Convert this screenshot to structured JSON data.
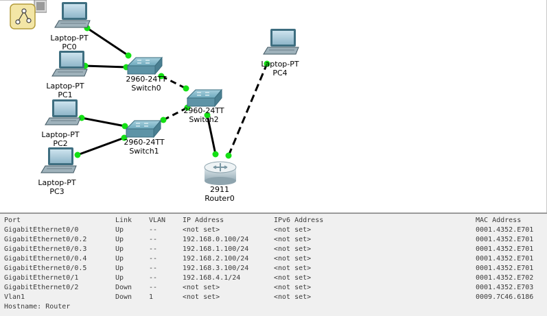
{
  "devices": {
    "pc0": {
      "model": "Laptop-PT",
      "name": "PC0"
    },
    "pc1": {
      "model": "Laptop-PT",
      "name": "PC1"
    },
    "pc2": {
      "model": "Laptop-PT",
      "name": "PC2"
    },
    "pc3": {
      "model": "Laptop-PT",
      "name": "PC3"
    },
    "pc4": {
      "model": "Laptop-PT",
      "name": "PC4"
    },
    "switch0": {
      "model": "2960-24TT",
      "name": "Switch0"
    },
    "switch1": {
      "model": "2960-24TT",
      "name": "Switch1"
    },
    "switch2": {
      "model": "2960-24TT",
      "name": "Switch2"
    },
    "router0": {
      "model": "2911",
      "name": "Router0"
    }
  },
  "colors": {
    "link_up": "#14e014",
    "cable": "#000000",
    "device_fill": "#5f9cb0",
    "panel_bg": "#f0f0f0"
  },
  "icons": {
    "tool_badge": "logical-topology-icon"
  },
  "info_panel": {
    "headers": {
      "port": "Port",
      "link": "Link",
      "vlan": "VLAN",
      "ip": "IP Address",
      "ipv6": "IPv6 Address",
      "mac": "MAC Address"
    },
    "rows": [
      {
        "port": "GigabitEthernet0/0",
        "link": "Up",
        "vlan": "--",
        "ip": "<not set>",
        "ipv6": "<not set>",
        "mac": "0001.4352.E701"
      },
      {
        "port": "GigabitEthernet0/0.2",
        "link": "Up",
        "vlan": "--",
        "ip": "192.168.0.100/24",
        "ipv6": "<not set>",
        "mac": "0001.4352.E701"
      },
      {
        "port": "GigabitEthernet0/0.3",
        "link": "Up",
        "vlan": "--",
        "ip": "192.168.1.100/24",
        "ipv6": "<not set>",
        "mac": "0001.4352.E701"
      },
      {
        "port": "GigabitEthernet0/0.4",
        "link": "Up",
        "vlan": "--",
        "ip": "192.168.2.100/24",
        "ipv6": "<not set>",
        "mac": "0001.4352.E701"
      },
      {
        "port": "GigabitEthernet0/0.5",
        "link": "Up",
        "vlan": "--",
        "ip": "192.168.3.100/24",
        "ipv6": "<not set>",
        "mac": "0001.4352.E701"
      },
      {
        "port": "GigabitEthernet0/1",
        "link": "Up",
        "vlan": "--",
        "ip": "192.168.4.1/24",
        "ipv6": "<not set>",
        "mac": "0001.4352.E702"
      },
      {
        "port": "GigabitEthernet0/2",
        "link": "Down",
        "vlan": "--",
        "ip": "<not set>",
        "ipv6": "<not set>",
        "mac": "0001.4352.E703"
      },
      {
        "port": "Vlan1",
        "link": "Down",
        "vlan": "1",
        "ip": "<not set>",
        "ipv6": "<not set>",
        "mac": "0009.7C46.6186"
      }
    ],
    "hostname": "Hostname: Router"
  }
}
